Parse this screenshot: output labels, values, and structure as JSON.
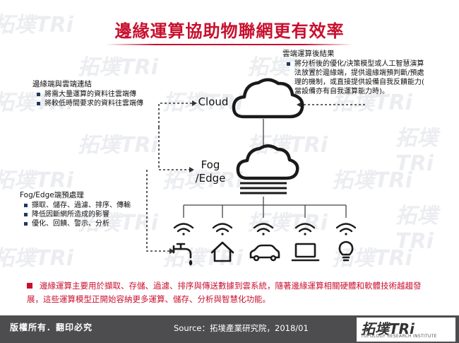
{
  "title": "邊緣運算協助物聯網更有效率",
  "watermark_text": "拓墣TRi",
  "nodes": {
    "cloud": "Cloud",
    "fog_line1": "Fog",
    "fog_line2": "/Edge"
  },
  "cloud_annotation": {
    "heading": "雲端運算後結果",
    "lines": [
      "將分析後的優化/決策模型或人工智慧演算",
      "法放置於邊緣端，提供邊緣端預判斷/預處",
      "理的機制，或直接提供設備自我反饋能力(",
      "當設備亦有自我運算能力時)。"
    ]
  },
  "edge_cloud_annotation": {
    "heading": "邊緣端與雲端連結",
    "bullets": [
      "將需大量運算的資料往雲端傳",
      "將較低時間要求的資料往雲端傳"
    ]
  },
  "fog_annotation": {
    "heading": "Fog/Edge端預處理",
    "bullets": [
      "擷取、儲存、過濾、排序、傳輸",
      "降低因斷網所造成的影響",
      "優化、回饋、警示、分析"
    ]
  },
  "devices": [
    "faucet-icon",
    "house-icon",
    "car-icon",
    "laptop-icon",
    "lightbulb-icon"
  ],
  "description": "邊緣運算主要用於擷取、存儲、過濾、排序與傳送數據到雲系統，隨著邊緣運算相關硬體和軟體技術越趨發展，這些運算模型正開始容納更多運算、儲存、分析與智慧化功能。",
  "footer": {
    "copyright": "版權所有．翻印必究",
    "source": "Source：拓墣產業研究院，2018/01",
    "logo": "拓墣TRi",
    "logo_sub": "TOPOLOGY RESEARCH INSTITUTE"
  },
  "colors": {
    "accent": "#c8102e",
    "bullet": "#1f3864",
    "footer_bg": "#4d4d4f",
    "line": "#333333"
  }
}
